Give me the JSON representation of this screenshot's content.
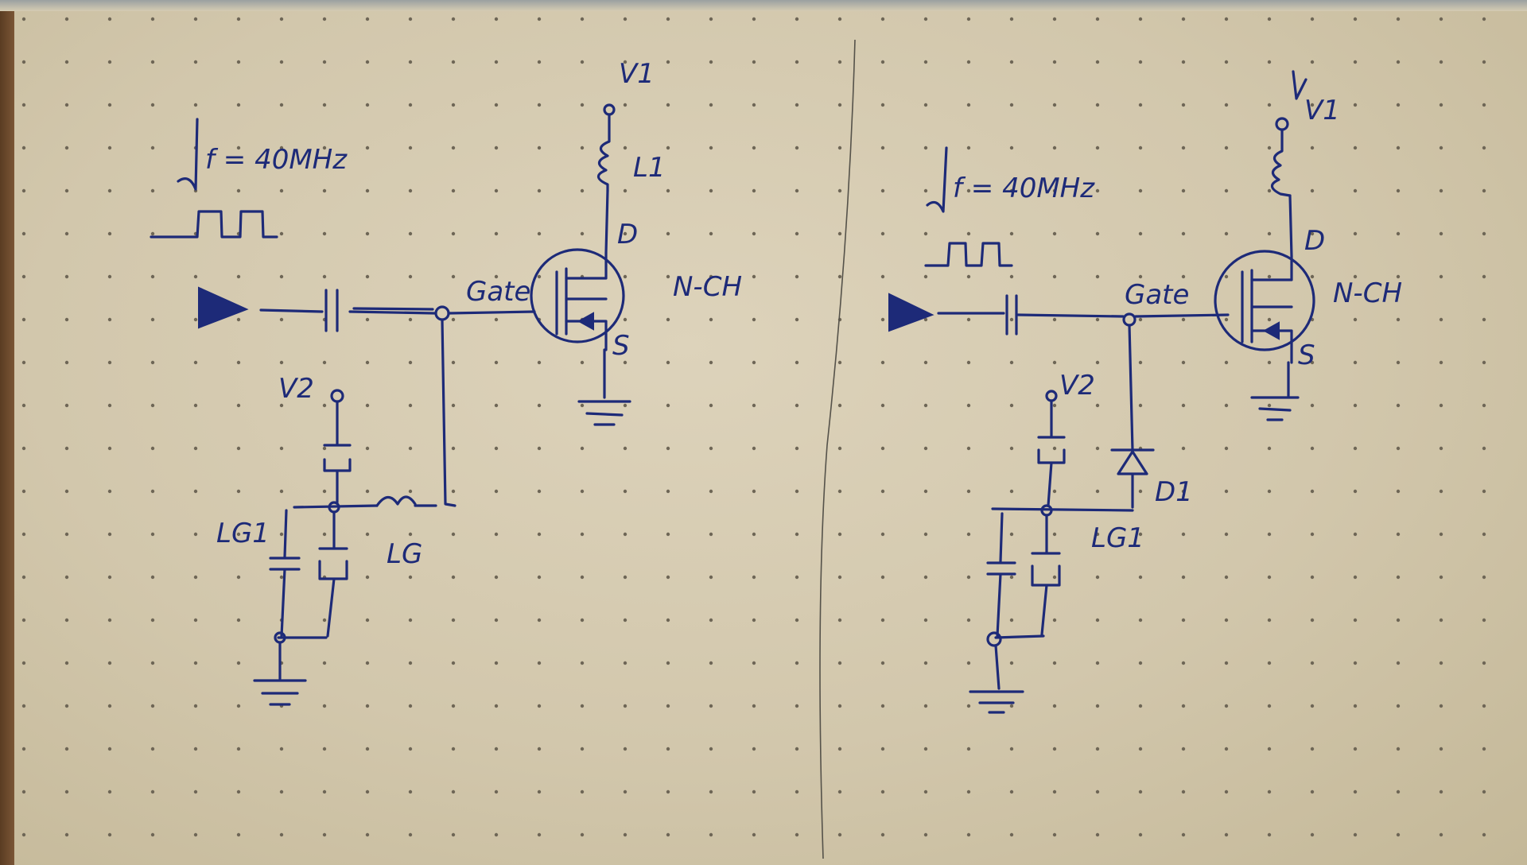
{
  "left_circuit": {
    "frequency": "f = 40MHz",
    "supply_label": "V1",
    "inductor_label": "L1",
    "drain_label": "D",
    "source_label": "S",
    "gate_label": "Gate",
    "transistor_type": "N-CH",
    "bias_voltage_label": "V2",
    "gate_inductor_label": "LG",
    "decoupling_label": "LG1"
  },
  "right_circuit": {
    "frequency": "f = 40MHz",
    "supply_label": "V1",
    "drain_label": "D",
    "source_label": "S",
    "gate_label": "Gate",
    "transistor_type": "N-CH",
    "bias_voltage_label": "V2",
    "diode_label": "D1",
    "decoupling_label": "LG1"
  }
}
